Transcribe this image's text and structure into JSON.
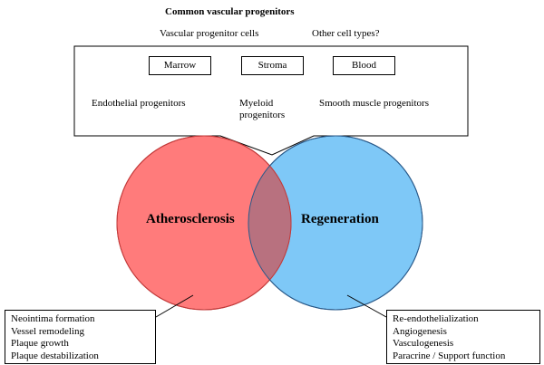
{
  "title": "Common vascular progenitors",
  "source_labels": {
    "vascular_progenitor_cells": "Vascular progenitor cells",
    "other_cell_types": "Other cell types?"
  },
  "sources": [
    "Marrow",
    "Stroma",
    "Blood"
  ],
  "progenitors": {
    "endothelial": "Endothelial progenitors",
    "myeloid_line1": "Myeloid",
    "myeloid_line2": "progenitors",
    "smooth_muscle": "Smooth muscle progenitors"
  },
  "circles": {
    "left": {
      "label": "Atherosclerosis",
      "color": "#ff7b7b"
    },
    "right": {
      "label": "Regeneration",
      "color": "#7ec8f7"
    },
    "overlap_color": "#b8717f"
  },
  "outcomes": {
    "atherosclerosis": [
      "Neointima formation",
      "Vessel remodeling",
      "Plaque growth",
      "Plaque destabilization"
    ],
    "regeneration": [
      "Re-endothelialization",
      "Angiogenesis",
      "Vasculogenesis",
      "Paracrine / Support function"
    ]
  }
}
